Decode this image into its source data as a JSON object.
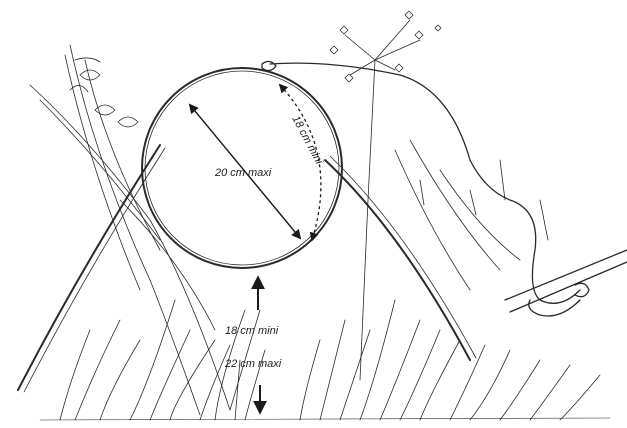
{
  "labels": {
    "diameter": "20 cm maxi",
    "gap": "18 cm mini",
    "height_min": "18 cm mini",
    "height_max": "22 cm maxi"
  },
  "colors": {
    "ink": "#2a2a2a",
    "background": "#ffffff"
  }
}
